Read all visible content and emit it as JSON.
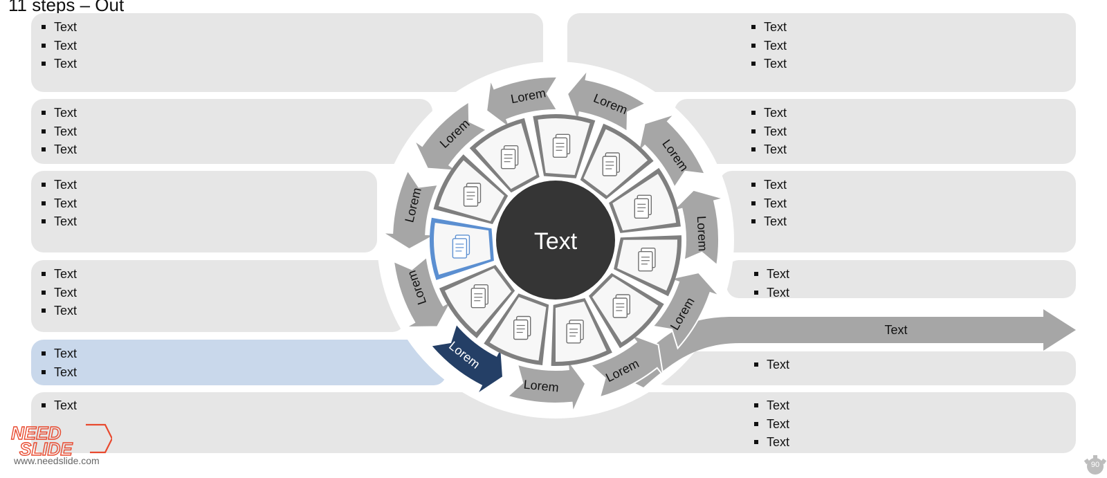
{
  "title": "11 steps – Out",
  "center_label": "Text",
  "panels": {
    "left": [
      [
        "Text",
        "Text",
        "Text"
      ],
      [
        "Text",
        "Text",
        "Text"
      ],
      [
        "Text",
        "Text",
        "Text"
      ],
      [
        "Text",
        "Text",
        "Text"
      ],
      [
        "Text",
        "Text"
      ]
    ],
    "right": [
      [
        "Text",
        "Text",
        "Text"
      ],
      [
        "Text",
        "Text",
        "Text"
      ],
      [
        "Text",
        "Text",
        "Text"
      ],
      [
        "Text",
        "Text"
      ],
      [
        "Text"
      ]
    ],
    "bottom_left": [
      "Text"
    ],
    "bottom_right": [
      "Text",
      "Text",
      "Text"
    ]
  },
  "arrow_labels": [
    "Lorem",
    "Lorem",
    "Lorem",
    "Lorem",
    "Lorem",
    "Lorem",
    "Lorem",
    "Lorem",
    "Lorem",
    "Lorem",
    "Lorem"
  ],
  "out_arrow_label": "Text",
  "segment_icons": [
    "chart-document-icon",
    "network-icon",
    "report-document-icon",
    "certificate-document-icon",
    "presentation-board-icon",
    "certificate-stack-icon",
    "smartphone-icon",
    "documents-icon",
    "image-documents-icon",
    "binders-download-icon",
    "mobile-phone-icon"
  ],
  "colors": {
    "panel": "#e6e6e6",
    "highlight_panel": "#c9d8eb",
    "arrow": "#a6a6a6",
    "active_arrow": "#243f66",
    "active_segment_border": "#5b8fd1",
    "hub": "#353535",
    "spoke": "#7f7f7f"
  },
  "logo": {
    "text_top": "NEED",
    "text_bottom": "SLIDE",
    "url": "www.needslide.com"
  },
  "page_number": "90"
}
